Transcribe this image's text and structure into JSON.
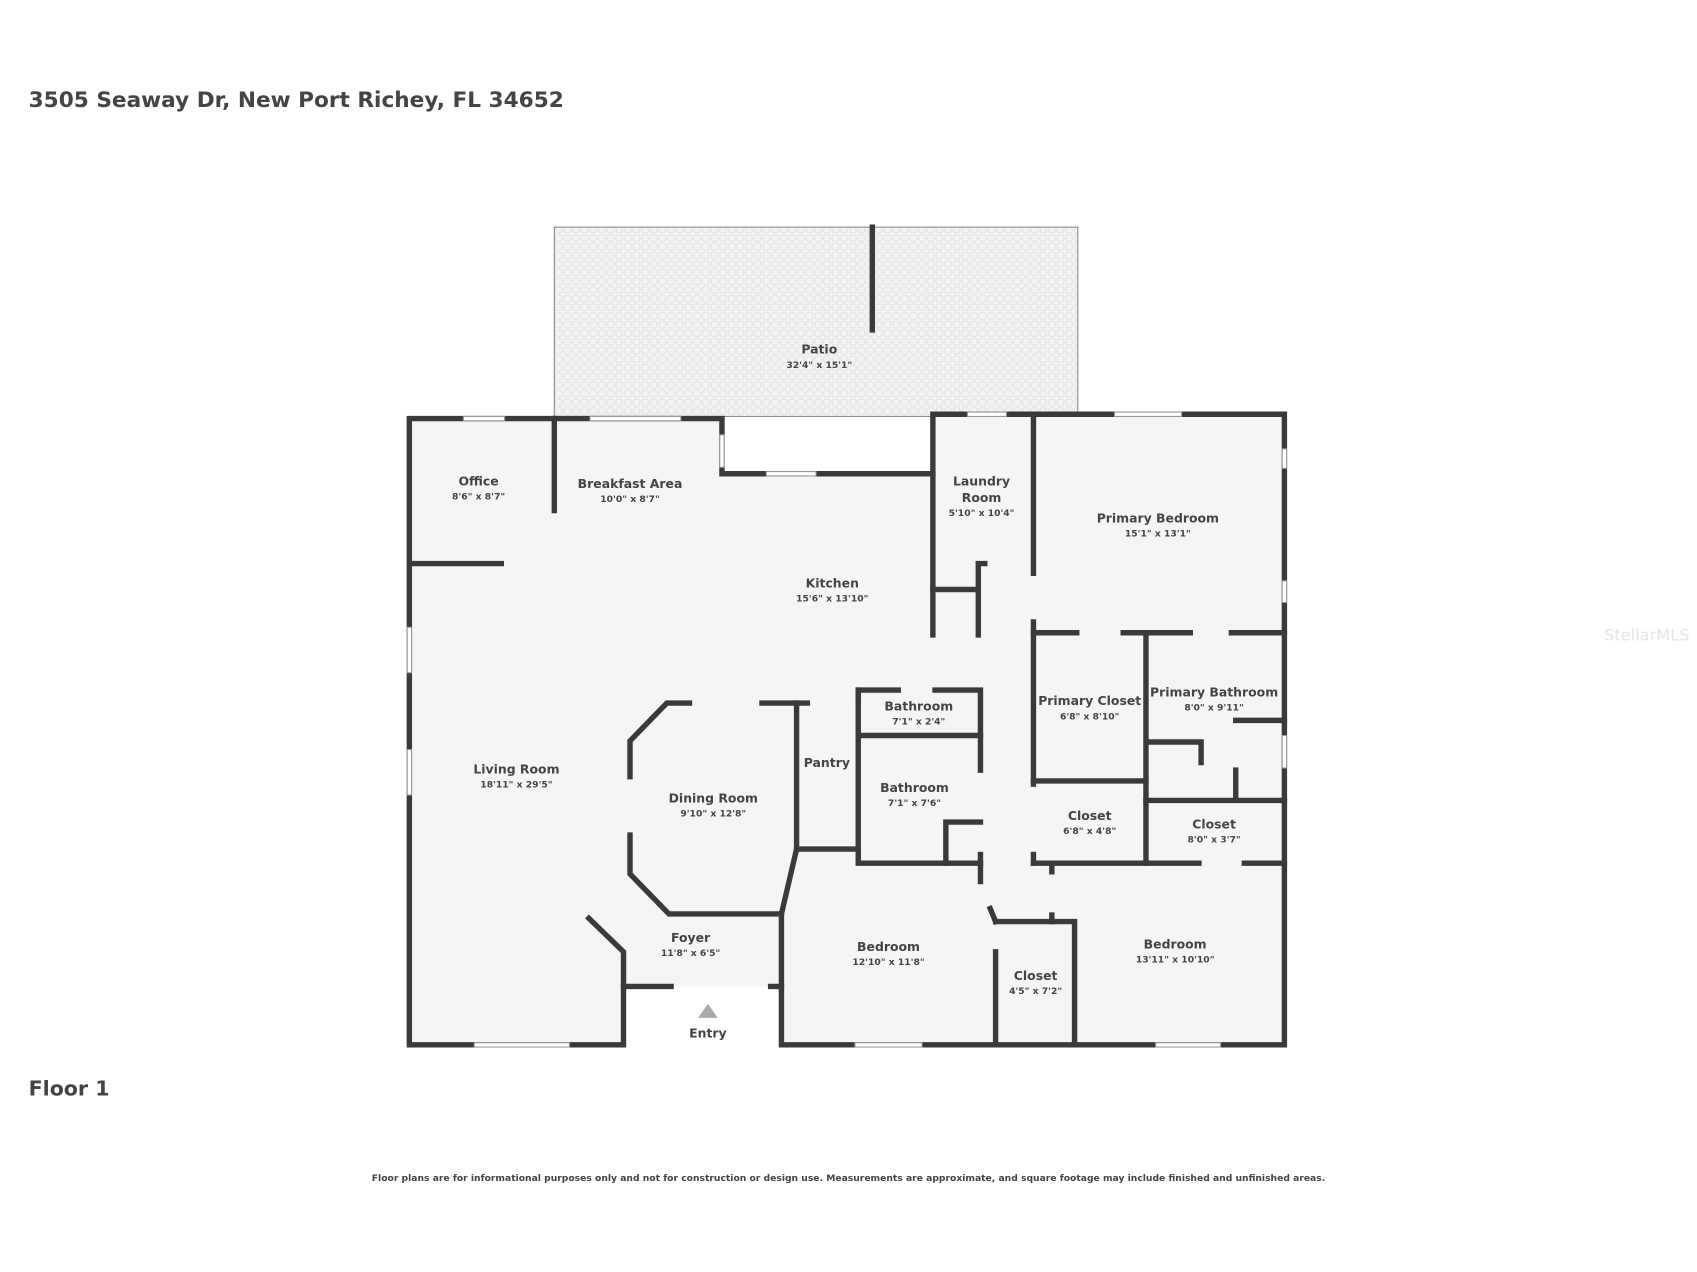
{
  "address": "3505 Seaway Dr, New Port Richey, FL 34652",
  "floor_label": "Floor 1",
  "entry_label": "Entry",
  "disclaimer": "Floor plans are for informational purposes only and not for construction or design use. Measurements are approximate, and square footage may include finished and unfinished areas.",
  "watermark": "StellarMLS",
  "colors": {
    "wall": "#3a3a3a",
    "floor": "#f5f5f5",
    "text": "#444444"
  },
  "rooms": [
    {
      "name": "Patio",
      "dims": "32'4\" x 15'1\""
    },
    {
      "name": "Office",
      "dims": "8'6\" x 8'7\""
    },
    {
      "name": "Breakfast Area",
      "dims": "10'0\" x 8'7\""
    },
    {
      "name": "Laundry",
      "name2": "Room",
      "dims": "5'10\" x 10'4\""
    },
    {
      "name": "Primary Bedroom",
      "dims": "15'1\" x 13'1\""
    },
    {
      "name": "Kitchen",
      "dims": "15'6\" x 13'10\""
    },
    {
      "name": "Primary Closet",
      "dims": "6'8\" x 8'10\""
    },
    {
      "name": "Primary Bathroom",
      "dims": "8'0\" x 9'11\""
    },
    {
      "name": "Bathroom",
      "dims": "7'1\" x 2'4\""
    },
    {
      "name": "Pantry",
      "dims": ""
    },
    {
      "name": "Living Room",
      "dims": "18'11\" x 29'5\""
    },
    {
      "name": "Bathroom",
      "dims": "7'1\" x 7'6\""
    },
    {
      "name": "Dining Room",
      "dims": "9'10\" x 12'8\""
    },
    {
      "name": "Closet",
      "dims": "6'8\" x 4'8\""
    },
    {
      "name": "Closet",
      "dims": "8'0\" x 3'7\""
    },
    {
      "name": "Foyer",
      "dims": "11'8\" x 6'5\""
    },
    {
      "name": "Bedroom",
      "dims": "12'10\" x 11'8\""
    },
    {
      "name": "Bedroom",
      "dims": "13'11\" x 10'10\""
    },
    {
      "name": "Closet",
      "dims": "4'5\" x 7'2\""
    }
  ]
}
